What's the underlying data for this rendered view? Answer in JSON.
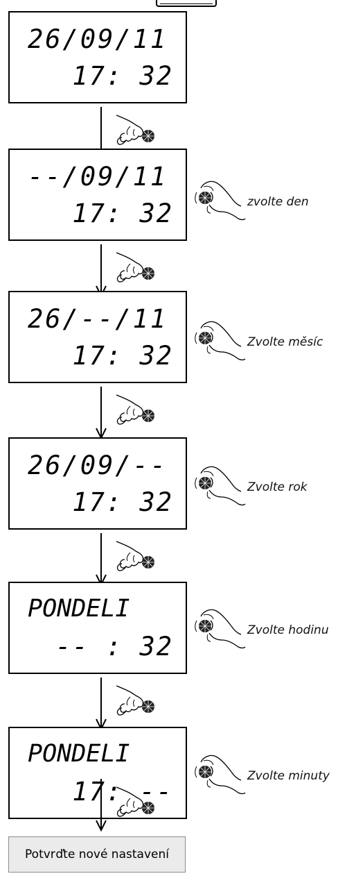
{
  "screens": [
    {
      "line1": "26/09/11",
      "line2": "17: 32"
    },
    {
      "line1": "--/09/11",
      "line2": "17: 32",
      "caption": "zvolte den"
    },
    {
      "line1": "26/--/11",
      "line2": "17: 32",
      "caption": "Zvolte měsíc"
    },
    {
      "line1": "26/09/--",
      "line2": "17: 32",
      "caption": "Zvolte rok"
    },
    {
      "line1": "PONDELI",
      "line2": "-- : 32",
      "caption": "Zvolte hodinu"
    },
    {
      "line1": "PONDELI",
      "line2": "17: --",
      "caption": "Zvolte minuty"
    }
  ],
  "confirm_label": "Potvrďte nové nastavení",
  "icons": {
    "press": "hand-pressing-knob-icon",
    "turn": "hand-turning-knob-icon"
  }
}
